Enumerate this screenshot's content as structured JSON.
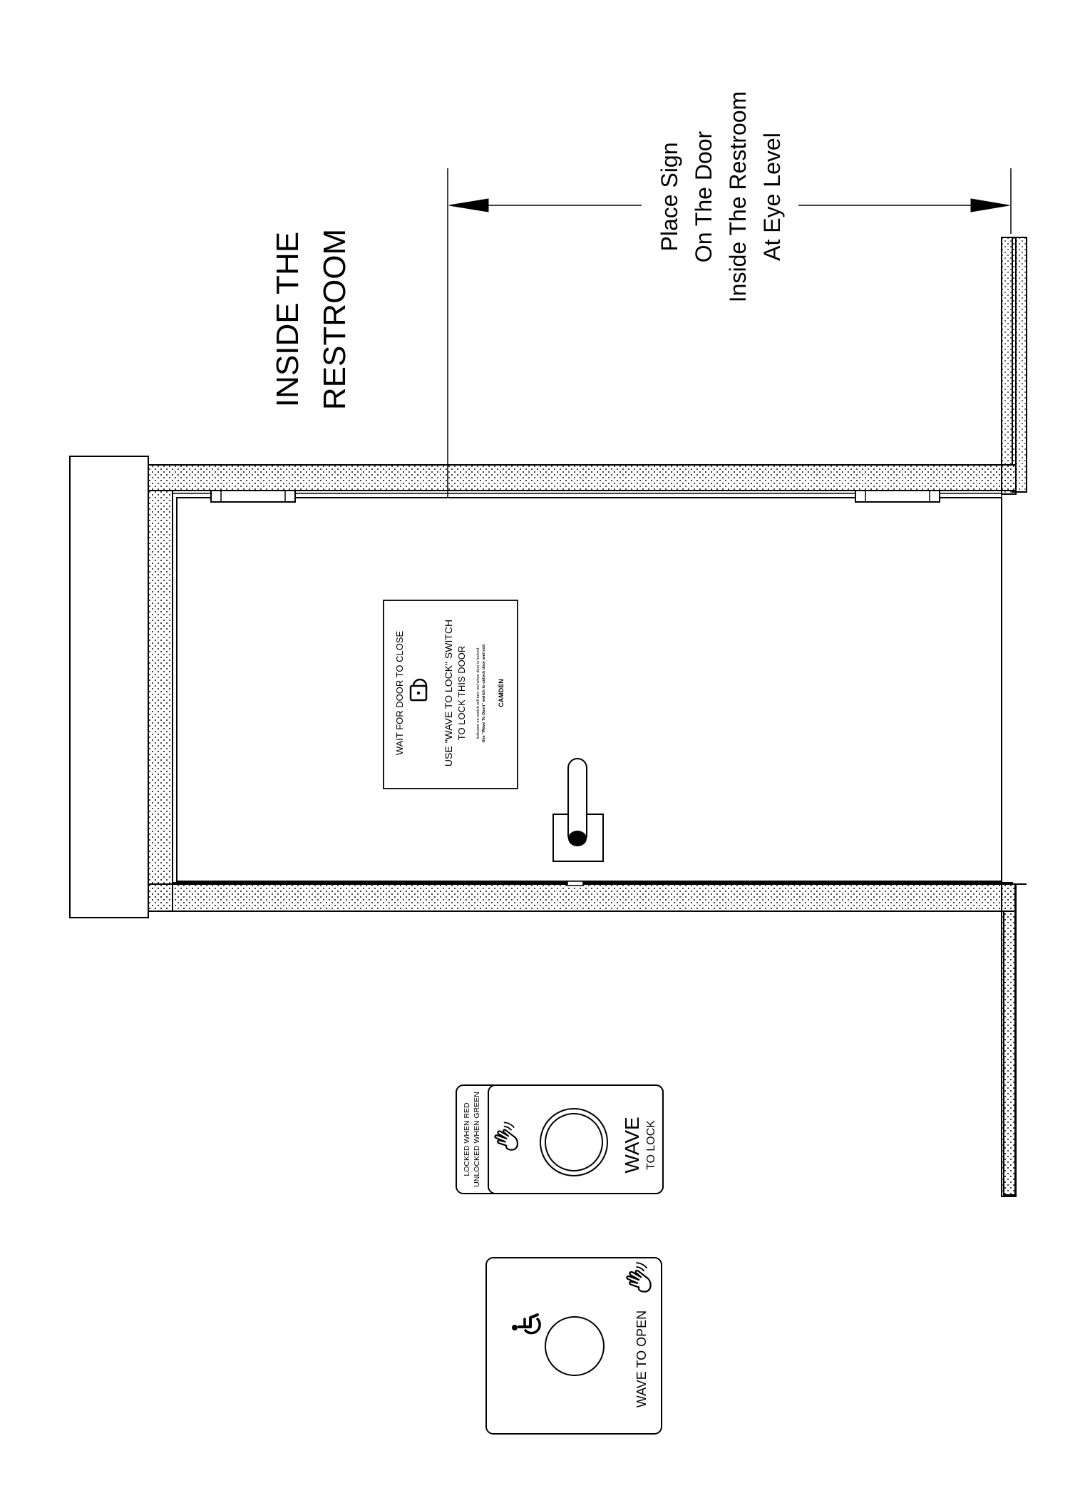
{
  "heading": {
    "line1": "INSIDE THE",
    "line2": "RESTROOM"
  },
  "dimension_note": {
    "line1": "Place Sign",
    "line2": "On The Door",
    "line3": "Inside The Restroom",
    "line4": "At Eye Level"
  },
  "door_sign": {
    "line1": "WAIT FOR DOOR TO CLOSE",
    "line2": "USE \"WAVE TO LOCK\" SWITCH",
    "line3": "TO LOCK THIS DOOR",
    "small1": "Indicator on switch will turn red when door is locked.",
    "small2": "Use \"Wave To Open\" switch to unlock door and exit.",
    "logo": "CAMDEN",
    "icon": "padlock-icon"
  },
  "lock_switch": {
    "indicator_line1": "LOCKED WHEN RED",
    "indicator_line2": "UNLOCKED WHEN GREEN",
    "label_main": "WAVE",
    "label_sub": "TO LOCK",
    "icon": "hand-wave-icon"
  },
  "open_switch": {
    "label": "WAVE TO OPEN",
    "icon_access": "wheelchair-icon",
    "icon_hand": "hand-wave-icon"
  },
  "colors": {
    "line": "#000000",
    "background": "#ffffff",
    "hatch_dot": "#000000"
  }
}
